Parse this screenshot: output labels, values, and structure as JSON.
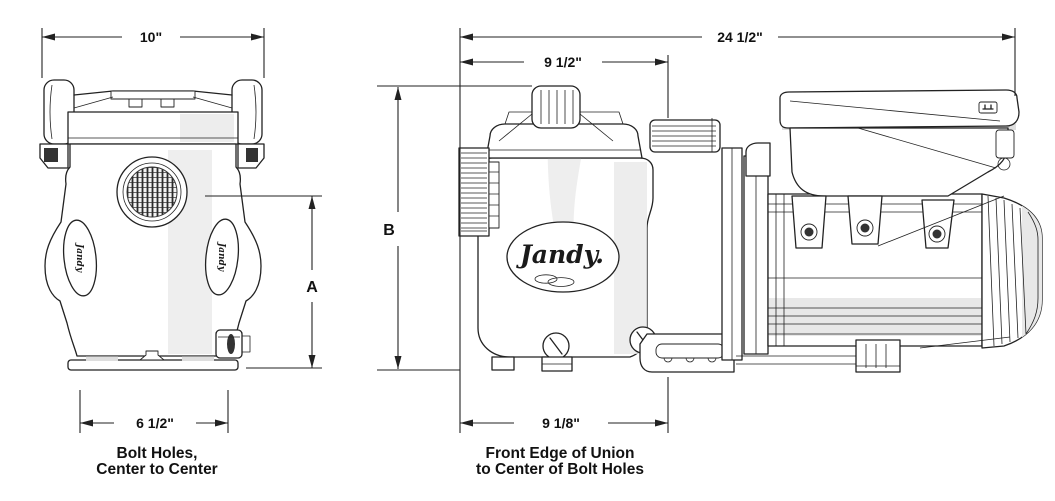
{
  "colors": {
    "line": "#222222",
    "shade": "#e8e8e8",
    "text": "#111111",
    "background": "#ffffff"
  },
  "left_view": {
    "top_dimension": "10\"",
    "height_label": "A",
    "bolt_dimension": "6 1/2\"",
    "caption": {
      "line1": "Bolt Holes,",
      "line2": "Center to Center"
    },
    "left_badge": "Jandy",
    "right_badge": "Jandy"
  },
  "right_view": {
    "overall_dimension": "24 1/2\"",
    "union_dimension": "9 1/2\"",
    "height_label": "B",
    "bolt_dimension": "9 1/8\"",
    "caption": {
      "line1": "Front Edge of Union",
      "line2": "to Center of Bolt Holes"
    },
    "logo": "Jandy."
  }
}
